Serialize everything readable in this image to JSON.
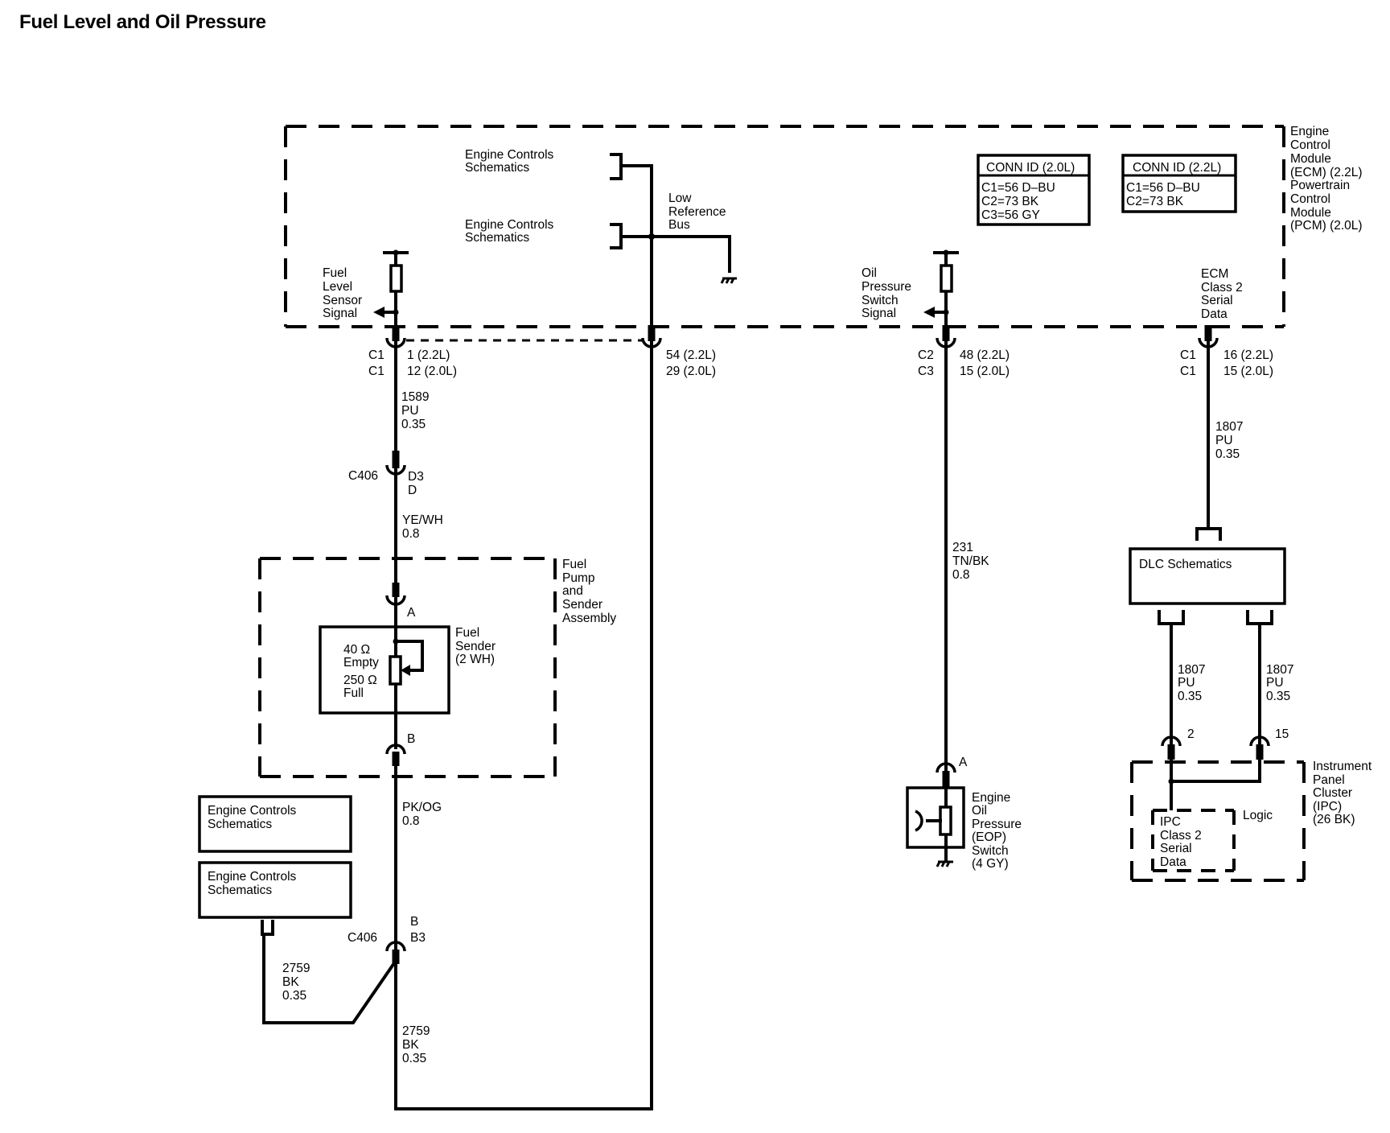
{
  "title": "Fuel Level and Oil Pressure",
  "ecm_module": {
    "label": [
      "Engine",
      "Control",
      "Module",
      "(ECM) (2.2L)",
      "Powertrain",
      "Control",
      "Module",
      "(PCM) (2.0L)"
    ],
    "engine_controls_ref_1": [
      "Engine Controls",
      "Schematics"
    ],
    "engine_controls_ref_2": [
      "Engine Controls",
      "Schematics"
    ],
    "low_reference_bus": [
      "Low",
      "Reference",
      "Bus"
    ],
    "fuel_level_sensor_signal": [
      "Fuel",
      "Level",
      "Sensor",
      "Signal"
    ],
    "oil_pressure_switch_signal": [
      "Oil",
      "Pressure",
      "Switch",
      "Signal"
    ],
    "ecm_class2_serial_data": [
      "ECM",
      "Class 2",
      "Serial",
      "Data"
    ],
    "conn_id_20": {
      "header": "CONN ID (2.0L)",
      "lines": [
        "C1=56 D–BU",
        "C2=73 BK",
        "C3=56 GY"
      ]
    },
    "conn_id_22": {
      "header": "CONN ID (2.2L)",
      "lines": [
        "C1=56 D–BU",
        "C2=73 BK"
      ]
    }
  },
  "circuits": {
    "fuel_level": {
      "conn_left": [
        "C1",
        "C1"
      ],
      "pins": [
        "1 (2.2L)",
        "12 (2.0L)"
      ],
      "wire1": [
        "1589",
        "PU",
        "0.35"
      ],
      "c406_label": "C406",
      "c406_pins": [
        "D3",
        "D"
      ],
      "wire2": [
        "YE/WH",
        "0.8"
      ]
    },
    "low_ref": {
      "pins": [
        "54 (2.2L)",
        "29 (2.0L)"
      ]
    },
    "oil_pressure": {
      "conn_left": [
        "C2",
        "C3"
      ],
      "pins": [
        "48 (2.2L)",
        "15 (2.0L)"
      ],
      "wire": [
        "231",
        "TN/BK",
        "0.8"
      ],
      "pin_a": "A"
    },
    "serial_data": {
      "conn_left": [
        "C1",
        "C1"
      ],
      "pins": [
        "16 (2.2L)",
        "15 (2.0L)"
      ],
      "wire": [
        "1807",
        "PU",
        "0.35"
      ]
    }
  },
  "fuel_pump_assembly": {
    "label": [
      "Fuel",
      "Pump",
      "and",
      "Sender",
      "Assembly"
    ],
    "pin_a": "A",
    "pin_b": "B",
    "sender_label": [
      "Fuel",
      "Sender",
      "(2 WH)"
    ],
    "empty": [
      "40 Ω",
      "Empty"
    ],
    "full": [
      "250 Ω",
      "Full"
    ]
  },
  "ground_path": {
    "wire_pkog": [
      "PK/OG",
      "0.8"
    ],
    "engine_controls_box_1": [
      "Engine Controls",
      "Schematics"
    ],
    "engine_controls_box_2": [
      "Engine Controls",
      "Schematics"
    ],
    "c406_label": "C406",
    "c406_pins": [
      "B",
      "B3"
    ],
    "wire_left": [
      "2759",
      "BK",
      "0.35"
    ],
    "wire_bottom": [
      "2759",
      "BK",
      "0.35"
    ]
  },
  "eop_switch": {
    "label": [
      "Engine",
      "Oil",
      "Pressure",
      "(EOP)",
      "Switch",
      "(4 GY)"
    ]
  },
  "dlc": {
    "label": "DLC Schematics",
    "wire_left": [
      "1807",
      "PU",
      "0.35"
    ],
    "wire_right": [
      "1807",
      "PU",
      "0.35"
    ],
    "pin_left": "2",
    "pin_right": "15"
  },
  "ipc": {
    "label": [
      "Instrument",
      "Panel",
      "Cluster",
      "(IPC)",
      "(26 BK)"
    ],
    "logic": "Logic",
    "serial_data": [
      "IPC",
      "Class 2",
      "Serial",
      "Data"
    ]
  }
}
